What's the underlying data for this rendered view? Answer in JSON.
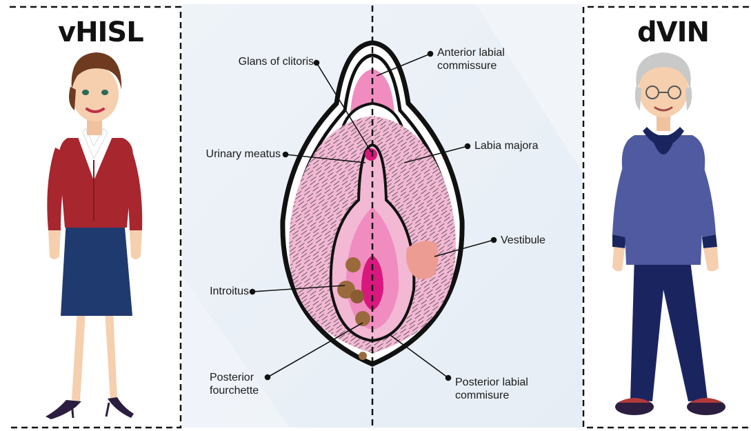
{
  "left_panel": {
    "title": "vHISL"
  },
  "right_panel": {
    "title": "dVIN"
  },
  "labels": {
    "glans_of_clitoris": "Glans of clitoris",
    "urinary_meatus": "Urinary meatus",
    "introitus": "Introitus",
    "posterior_fourchette": [
      "Posterior",
      "fourchette"
    ],
    "anterior_labial_commissure": [
      "Anterior labial",
      "commissure"
    ],
    "labia_majora": "Labia majora",
    "vestibule": "Vestibule",
    "posterior_labial_commisure": [
      "Posterior labial",
      "commisure"
    ]
  },
  "colors": {
    "young_jacket": "#a8262e",
    "young_skirt": "#1f3a6e",
    "elder_sweater": "#4f5aa0",
    "elder_pants": "#1a2560",
    "skin": "#f5cfae",
    "mucosa_light": "#f2b8d4",
    "mucosa_mid": "#f08cc0",
    "mucosa_dark": "#d8187e",
    "lesion_brown": "#9a6a3c",
    "lesion_pink": "#ec9c92"
  }
}
